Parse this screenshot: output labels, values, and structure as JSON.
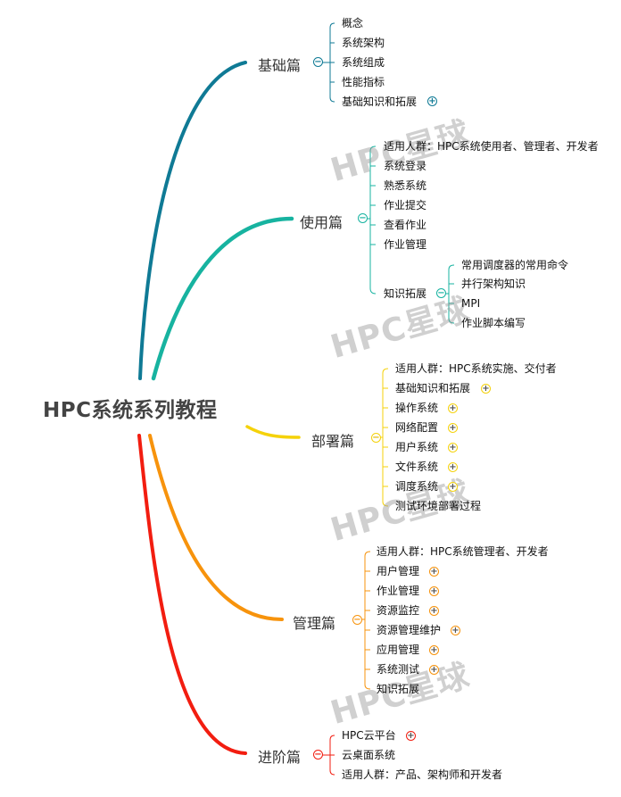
{
  "root": {
    "title": "HPC系统系列教程"
  },
  "colors": {
    "basics": "#0f7a95",
    "usage": "#17b3a0",
    "deploy": "#f5d20a",
    "manage": "#f7930c",
    "advanced": "#f21d10",
    "watermark": "#b4b4b4"
  },
  "watermark": "HPC星球",
  "branches": {
    "basics": {
      "label": "基础篇",
      "children": [
        "概念",
        "系统架构",
        "系统组成",
        "性能指标",
        "基础知识和拓展"
      ]
    },
    "usage": {
      "label": "使用篇",
      "children": [
        "适用人群：HPC系统使用者、管理者、开发者",
        "系统登录",
        "熟悉系统",
        "作业提交",
        "查看作业",
        "作业管理",
        "知识拓展"
      ],
      "sub": {
        "label": "知识拓展",
        "children": [
          "常用调度器的常用命令",
          "并行架构知识",
          "MPI",
          "作业脚本编写"
        ]
      }
    },
    "deploy": {
      "label": "部署篇",
      "children": [
        "适用人群：HPC系统实施、交付者",
        "基础知识和拓展",
        "操作系统",
        "网络配置",
        "用户系统",
        "文件系统",
        "调度系统",
        "测试环境部署过程"
      ]
    },
    "manage": {
      "label": "管理篇",
      "children": [
        "适用人群：HPC系统管理者、开发者",
        "用户管理",
        "作业管理",
        "资源监控",
        "资源管理维护",
        "应用管理",
        "系统测试",
        "知识拓展"
      ]
    },
    "advanced": {
      "label": "进阶篇",
      "children": [
        "HPC云平台",
        "云桌面系统",
        "适用人群：产品、架构师和开发者"
      ]
    }
  },
  "icons": {
    "collapse": "−",
    "expand": "+"
  }
}
